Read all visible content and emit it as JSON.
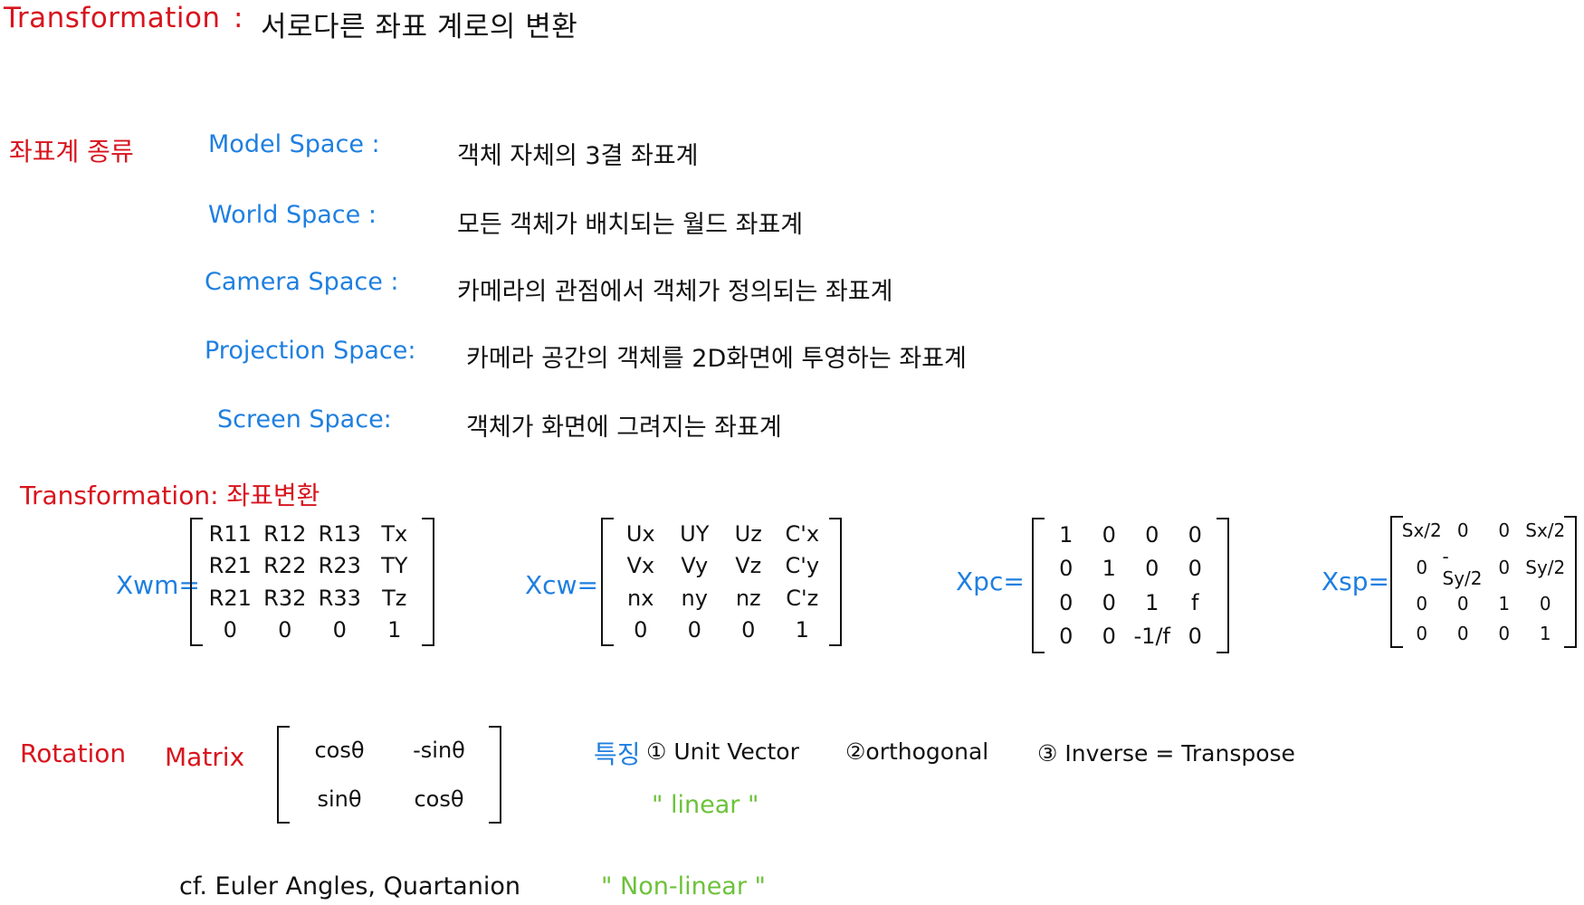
{
  "header": {
    "title": "Transformation",
    "colon": ":",
    "subtitle": "서로다른 좌표 계로의 변환"
  },
  "coord_types": {
    "heading": "좌표계 종류",
    "items": [
      {
        "label": "Model Space :",
        "desc": "객체 자체의 3결 좌표계"
      },
      {
        "label": "World Space :",
        "desc": "모든 객체가 배치되는 월드 좌표계"
      },
      {
        "label": "Camera Space :",
        "desc": "카메라의 관점에서 객체가 정의되는 좌표계"
      },
      {
        "label": "Projection Space:",
        "desc": "카메라 공간의 객체를 2D화면에 투영하는 좌표계"
      },
      {
        "label": "Screen Space:",
        "desc": "객체가 화면에 그려지는 좌표계"
      }
    ]
  },
  "transform_section": {
    "heading": "Transformation: 좌표변환",
    "matrices": [
      {
        "label": "Xwm=",
        "cells": [
          [
            "R11",
            "R12",
            "R13",
            "Tx"
          ],
          [
            "R21",
            "R22",
            "R23",
            "TY"
          ],
          [
            "R21",
            "R32",
            "R33",
            "Tz"
          ],
          [
            "0",
            "0",
            "0",
            "1"
          ]
        ]
      },
      {
        "label": "Xcw=",
        "cells": [
          [
            "Ux",
            "UY",
            "Uz",
            "C'x"
          ],
          [
            "Vx",
            "Vy",
            "Vz",
            "C'y"
          ],
          [
            "nx",
            "ny",
            "nz",
            "C'z"
          ],
          [
            "0",
            "0",
            "0",
            "1"
          ]
        ]
      },
      {
        "label": "Xpc=",
        "cells": [
          [
            "1",
            "0",
            "0",
            "0"
          ],
          [
            "0",
            "1",
            "0",
            "0"
          ],
          [
            "0",
            "0",
            "1",
            "f"
          ],
          [
            "0",
            "0",
            "-1/f",
            "0"
          ]
        ]
      },
      {
        "label": "Xsp=",
        "cells": [
          [
            "Sx/2",
            "0",
            "0",
            "Sx/2"
          ],
          [
            "0",
            "-Sy/2",
            "0",
            "Sy/2"
          ],
          [
            "0",
            "0",
            "1",
            "0"
          ],
          [
            "0",
            "0",
            "0",
            "1"
          ]
        ]
      }
    ]
  },
  "rotation": {
    "label1": "Rotation",
    "label2": "Matrix",
    "cells": [
      [
        "cosθ",
        "-sinθ"
      ],
      [
        "sinθ",
        "cosθ"
      ]
    ],
    "features_heading": "특징",
    "features": [
      "① Unit Vector",
      "②orthogonal",
      "③ Inverse = Transpose"
    ],
    "linear_note": "\" linear \""
  },
  "footer": {
    "cf": "cf. Euler Angles, Quartanion",
    "nonlinear": "\" Non-linear \""
  },
  "colors": {
    "red": "#d8141e",
    "blue": "#1f7fe0",
    "green": "#6cc23a",
    "black": "#111111"
  }
}
